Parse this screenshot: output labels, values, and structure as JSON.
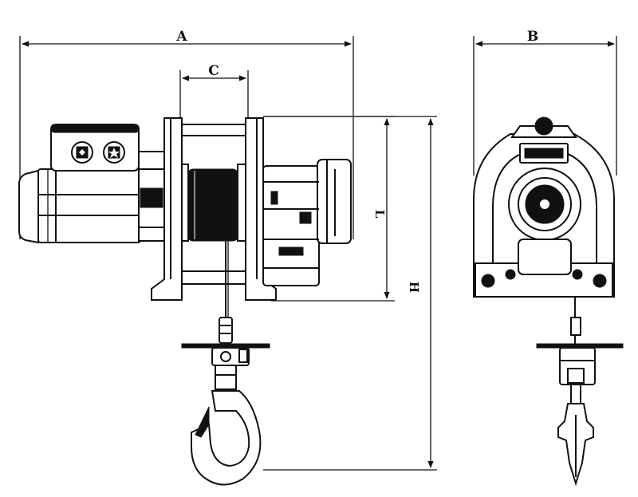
{
  "dimension_labels": {
    "a": "A",
    "b": "B",
    "c": "C",
    "l": "L",
    "h": "H"
  },
  "colors": {
    "line": "#111111",
    "background": "#ffffff"
  }
}
